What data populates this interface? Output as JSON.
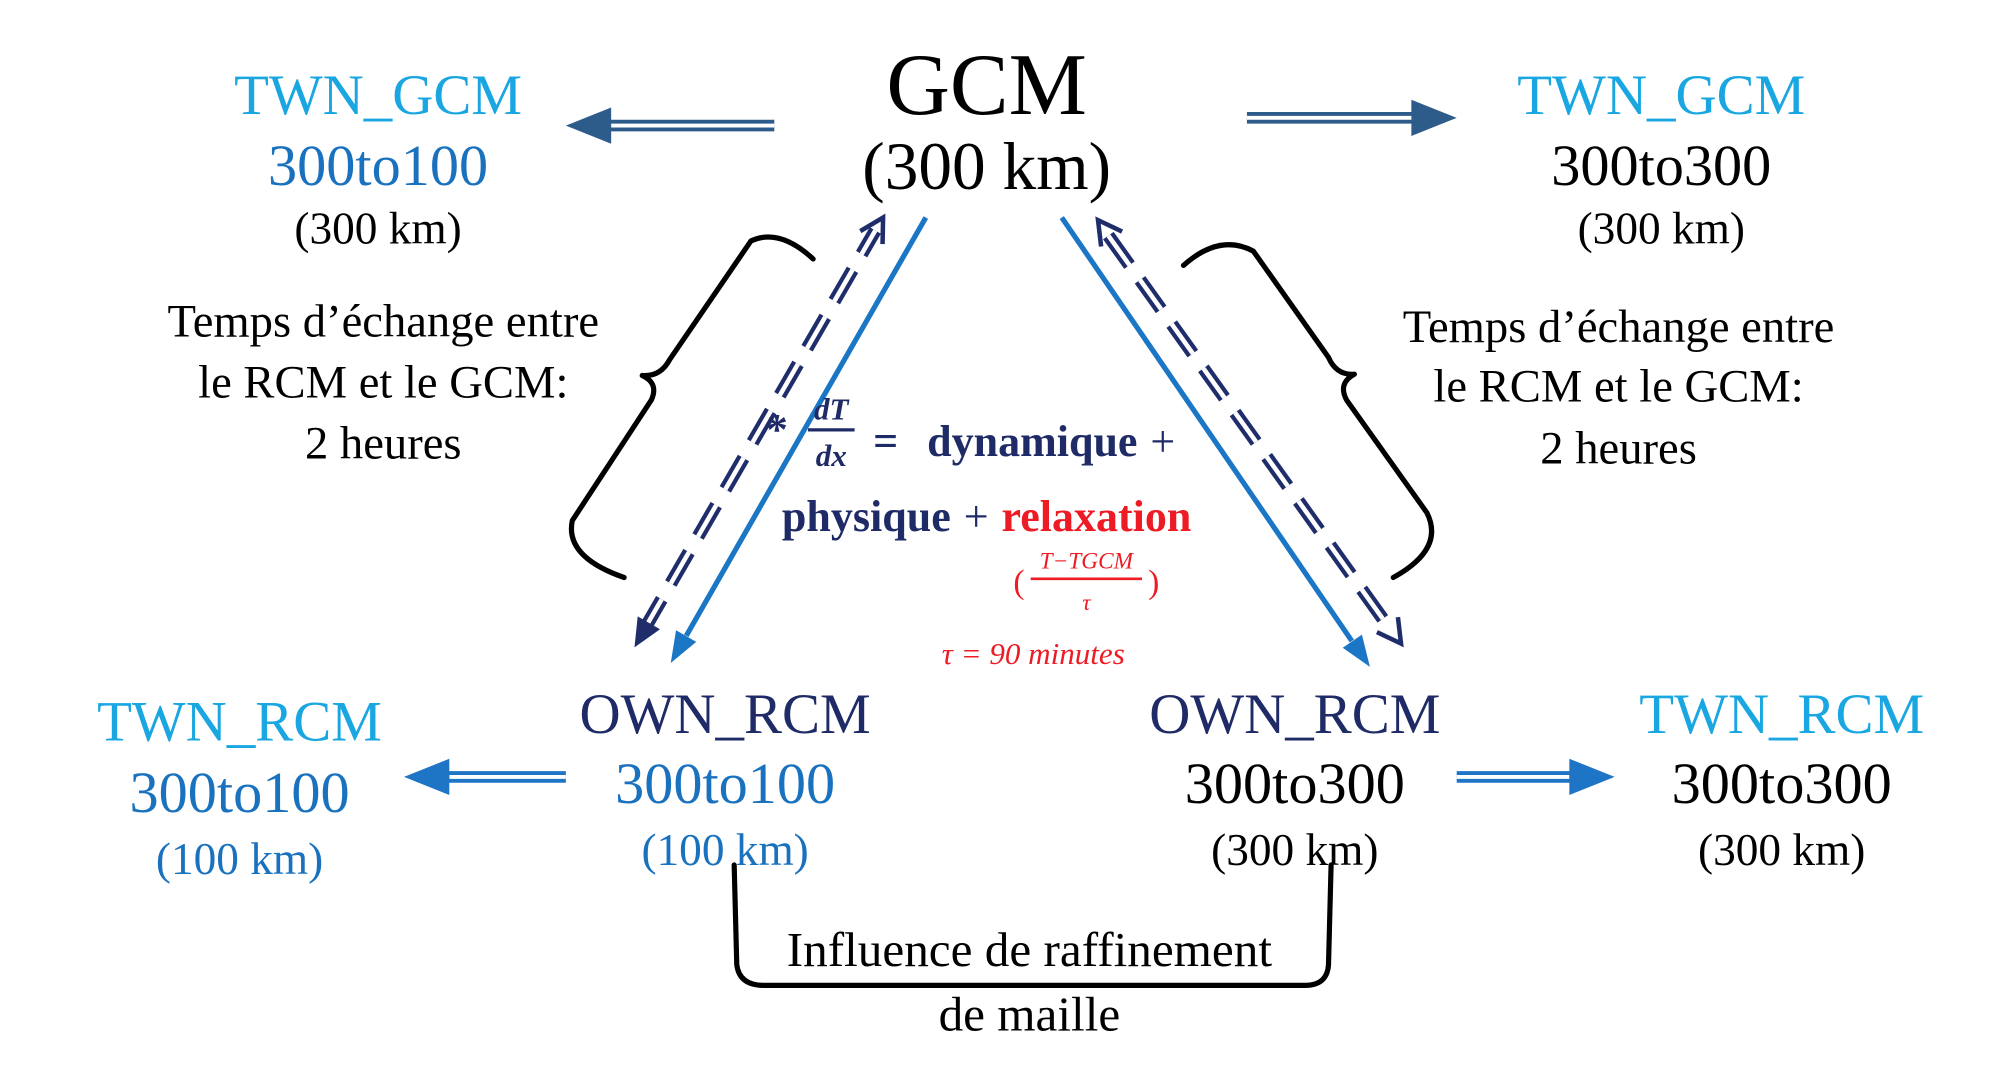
{
  "gcm": {
    "title": "GCM",
    "resolution": "(300 km)"
  },
  "twn_gcm_left": {
    "name": "TWN_GCM",
    "config": "300to100",
    "resolution": "(300 km)"
  },
  "twn_gcm_right": {
    "name": "TWN_GCM",
    "config": "300to300",
    "resolution": "(300 km)"
  },
  "own_rcm_left": {
    "name": "OWN_RCM",
    "config": "300to100",
    "resolution": "(100 km)"
  },
  "own_rcm_right": {
    "name": "OWN_RCM",
    "config": "300to300",
    "resolution": "(300 km)"
  },
  "twn_rcm_left": {
    "name": "TWN_RCM",
    "config": "300to100",
    "resolution": "(100 km)"
  },
  "twn_rcm_right": {
    "name": "TWN_RCM",
    "config": "300to300",
    "resolution": "(300 km)"
  },
  "exchange_left": {
    "lines": [
      "Temps d’échange entre",
      "le RCM et le GCM:",
      "2 heures"
    ]
  },
  "exchange_right": {
    "lines": [
      "Temps d’échange entre",
      "le RCM et le GCM:",
      "2 heures"
    ]
  },
  "equation": {
    "star": "*",
    "numerator": "dT",
    "denominator": "dx",
    "equals": "=",
    "term1": "dynamique",
    "plus1": "+",
    "term2": "physique",
    "plus2": "+",
    "term3": "relaxation",
    "open_paren": "(",
    "relax_numerator": "T−TGCM",
    "relax_denominator": "τ",
    "close_paren": ")",
    "tau_value": "τ = 90 minutes"
  },
  "refinement": {
    "lines": [
      "Influence de raffinement",
      "de maille"
    ]
  },
  "colors": {
    "black": "#000000",
    "twn_cyan": "#1AA7E1",
    "config_blue": "#1A72BF",
    "navy": "#1F2B66",
    "relax_red": "#ED1C24",
    "arrow_top": "#2D5B8A",
    "arrow_bottom": "#1E74C5",
    "arrow_diag": "#1B76C6",
    "arrow_dashed": "#1F2D6B"
  }
}
